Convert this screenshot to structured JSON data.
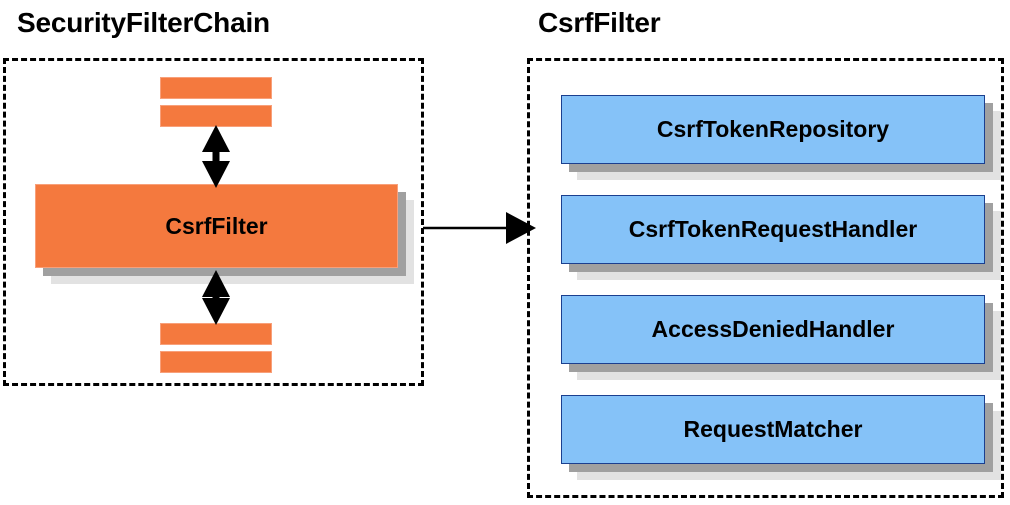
{
  "diagram": {
    "title_left": "SecurityFilterChain",
    "title_right": "CsrfFilter",
    "colors": {
      "orange_fill": "#f4793e",
      "orange_border": "#f8a07a",
      "blue_fill": "#85c2f8",
      "blue_border": "#1b3f8f",
      "shadow_dark": "#a0a0a0",
      "shadow_light": "#e2e2e2",
      "outline": "#000000",
      "background": "#ffffff"
    }
  },
  "left_panel": {
    "title": "SecurityFilterChain",
    "container_style": "dashed-rectangle",
    "filters_above": [
      "",
      ""
    ],
    "highlighted_filter": "CsrfFilter",
    "filters_below": [
      "",
      ""
    ],
    "connectors": [
      {
        "type": "double-headed-arrow",
        "orientation": "vertical",
        "from": "filters-above",
        "to": "CsrfFilter"
      },
      {
        "type": "double-headed-arrow",
        "orientation": "vertical",
        "from": "CsrfFilter",
        "to": "filters-below"
      }
    ]
  },
  "right_panel": {
    "title": "CsrfFilter",
    "container_style": "dashed-rectangle",
    "collaborators": [
      {
        "label": "CsrfTokenRepository"
      },
      {
        "label": "CsrfTokenRequestHandler"
      },
      {
        "label": "AccessDeniedHandler"
      },
      {
        "label": "RequestMatcher"
      }
    ]
  },
  "cross_panel_connector": {
    "type": "single-headed-arrow",
    "orientation": "horizontal",
    "from": "CsrfFilter",
    "to": "CsrfFilter detail panel"
  }
}
